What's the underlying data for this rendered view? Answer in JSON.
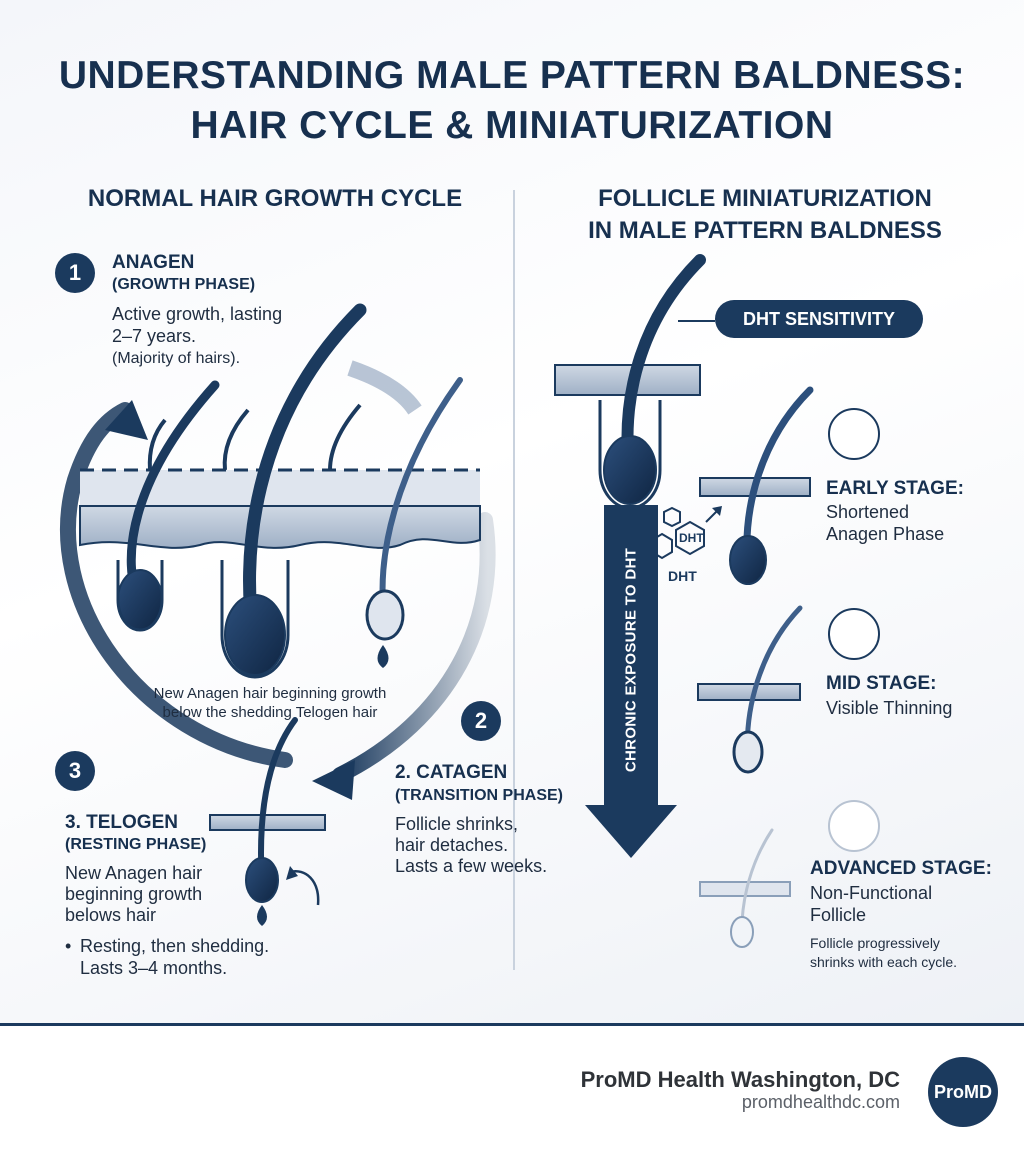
{
  "title": {
    "line1": "UNDERSTANDING MALE PATTERN BALDNESS:",
    "line2": "HAIR CYCLE & MINIATURIZATION"
  },
  "left": {
    "heading": "NORMAL HAIR GROWTH CYCLE",
    "anagen": {
      "number": "1",
      "title": "ANAGEN",
      "subtitle": "(GROWTH PHASE)",
      "desc_line1": "Active growth, lasting",
      "desc_line2": "2–7 years.",
      "desc_line3": "(Majority of hairs)."
    },
    "center_note": {
      "line1": "New Anagen hair beginning growth",
      "line2": "below the shedding Telogen hair"
    },
    "catagen": {
      "number": "2",
      "title": "2. CATAGEN",
      "subtitle": "(TRANSITION PHASE)",
      "desc_line1": "Follicle shrinks,",
      "desc_line2": "hair detaches.",
      "desc_line3": "Lasts a few weeks."
    },
    "telogen": {
      "number": "3",
      "title": "3. TELOGEN",
      "subtitle": "(RESTING PHASE)",
      "desc_line1": "New Anagen hair",
      "desc_line2": "beginning growth",
      "desc_line3": "belows hair",
      "bullet_line1": "Resting, then shedding.",
      "bullet_line2": "Lasts 3–4 months."
    }
  },
  "right": {
    "heading_line1": "FOLLICLE MINIATURIZATION",
    "heading_line2": "IN MALE PATTERN BALDNESS",
    "pill": "DHT SENSITIVITY",
    "arrow_label": "CHRONIC EXPOSURE TO DHT",
    "dht_molecule": "DHT",
    "dht_label": "DHT",
    "early": {
      "title": "EARLY STAGE:",
      "line1": "Shortened",
      "line2": "Anagen Phase"
    },
    "mid": {
      "title": "MID STAGE:",
      "line1": "Visible Thinning"
    },
    "advanced": {
      "title": "ADVANCED STAGE:",
      "line1": "Non-Functional",
      "line2": "Follicle",
      "note_line1": "Follicle progressively",
      "note_line2": "shrinks with each cycle."
    }
  },
  "footer": {
    "name": "ProMD Health Washington, DC",
    "url": "promdhealthdc.com",
    "logo": "ProMD"
  },
  "colors": {
    "navy": "#1b3a5e",
    "skin": "#b9c6d6",
    "light": "#dfe5ee"
  },
  "icons": [
    "circular-cycle-arrow-icon",
    "hair-follicle-icon",
    "dht-molecule-icon",
    "down-arrow-icon"
  ]
}
